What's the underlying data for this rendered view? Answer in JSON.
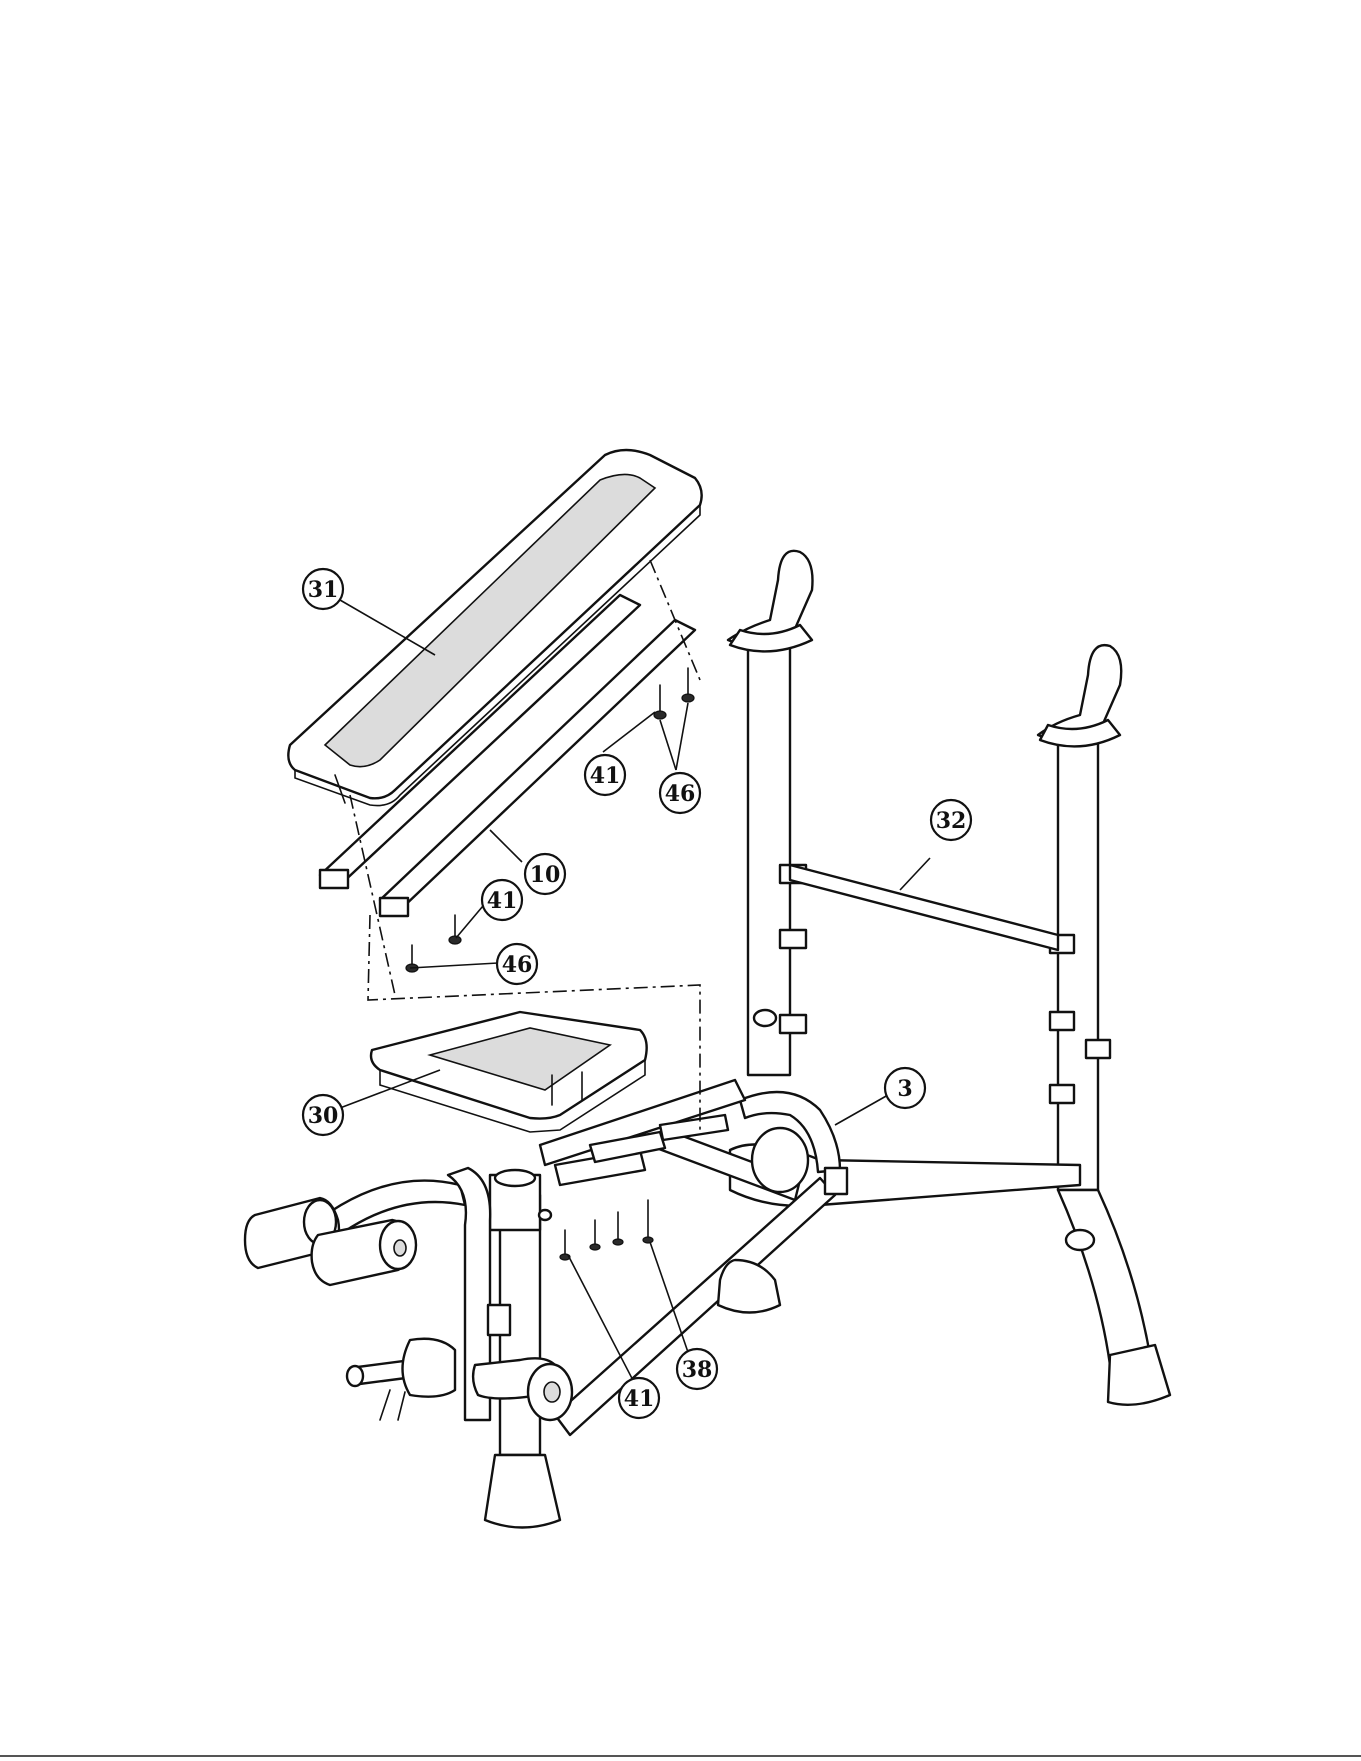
{
  "callouts": [
    {
      "id": "seat-back-pad",
      "label": "31"
    },
    {
      "id": "backrest-bracket-bolt",
      "label": "41"
    },
    {
      "id": "backrest-bracket-washer",
      "label": "46"
    },
    {
      "id": "backrest-frame",
      "label": "10"
    },
    {
      "id": "front-bolt",
      "label": "41"
    },
    {
      "id": "front-washer",
      "label": "46"
    },
    {
      "id": "seat-pad",
      "label": "30"
    },
    {
      "id": "crossbar",
      "label": "32"
    },
    {
      "id": "main-frame",
      "label": "3"
    },
    {
      "id": "seat-bolt",
      "label": "41"
    },
    {
      "id": "seat-bracket-bolt",
      "label": "38"
    }
  ]
}
